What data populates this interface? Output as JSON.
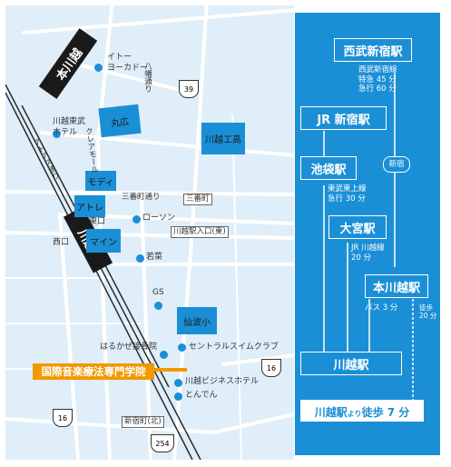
{
  "map": {
    "stations": {
      "honkawagoe": "本川越",
      "kawagoe": "川越"
    },
    "school": "国際音楽療法専門学院",
    "roads": {
      "r39": "39",
      "r16a": "16",
      "r16b": "16",
      "r254": "254"
    },
    "streets": {
      "hachiman": "八幡通り",
      "crea": "クレアモール",
      "atoas": "アトアス通り",
      "sanban": "三番町通り",
      "sanban_crossing": "三番町",
      "ekiiriguchi": "川越駅入口(東)",
      "shinjuku_kita": "新宿町(北)"
    },
    "labels": {
      "ito": "イトー\nヨーカドー",
      "hotel_east": "川越東武\nホテル",
      "higashiguchi": "東口",
      "nishiguchi": "西口",
      "lawson": "ローソン",
      "wakana": "若菜",
      "gs": "GS",
      "harukaze": "はるかぜ接骨院",
      "central": "セントラルスイムクラブ",
      "business": "川越ビジネスホテル",
      "tonden": "とんでん"
    },
    "blocks": {
      "marumiro": "丸広",
      "modi": "モディ",
      "atre": "アトレ",
      "mine": "マイン",
      "kogyo": "川越工高",
      "senba": "仙波小"
    }
  },
  "route": {
    "stations": {
      "seibu_shinjuku": "西武新宿駅",
      "jr_shinjuku": "JR 新宿駅",
      "ikebukuro": "池袋駅",
      "omiya": "大宮駅",
      "honkawagoe": "本川越駅",
      "kawagoe": "川越駅"
    },
    "notes": {
      "seibu": "西武新宿線\n特急 45 分\n急行 60 分",
      "shinjuku_line": "新宿",
      "tojo": "東武東上線\n急行 30 分",
      "jr": "JR 川越線\n20 分",
      "bus": "バス 3 分",
      "walk_hon": "徒歩\n20 分"
    },
    "footer": {
      "pre": "川越駅",
      "small": "より",
      "post": "徒歩 7 分"
    }
  },
  "colors": {
    "accent": "#1b8fd6",
    "land": "#dfeef9",
    "school": "#f39800",
    "rail": "#2b2b2b"
  }
}
